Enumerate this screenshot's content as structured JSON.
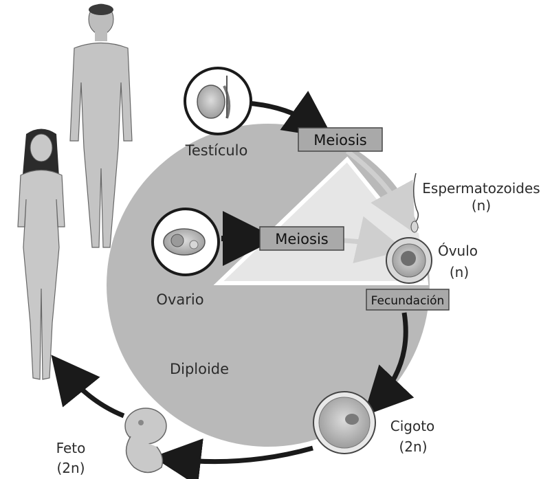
{
  "labels": {
    "testicle": "Testículo",
    "ovary": "Ovario",
    "meiosis_top": "Meiosis",
    "meiosis_mid": "Meiosis",
    "sperm": "Espermatozoides",
    "sperm_n": "(n)",
    "ovum": "Óvulo",
    "ovum_n": "(n)",
    "fertilization": "Fecundación",
    "diploid": "Diploide",
    "zygote": "Cigoto",
    "zygote_2n": "(2n)",
    "fetus": "Feto",
    "fetus_2n": "(2n)"
  },
  "colors": {
    "cycle_fill": "#b9b9b9",
    "haploid_wedge": "#e6e6e6",
    "arrow": "#1a1a1a",
    "box_fill": "#a9a9a9",
    "skin": "#c4c4c4"
  }
}
